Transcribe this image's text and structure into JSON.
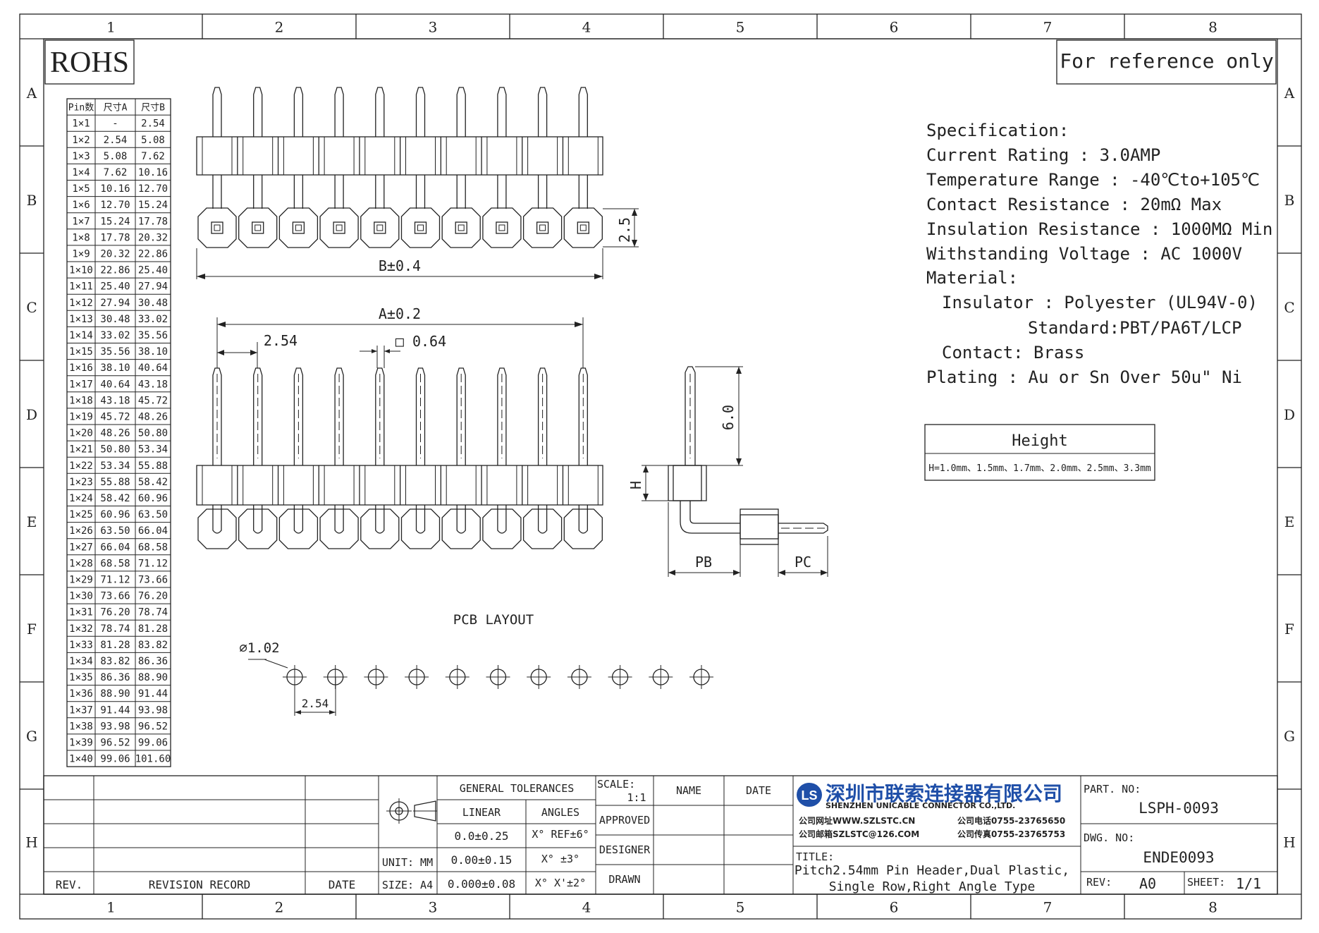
{
  "zone_columns": [
    "1",
    "2",
    "3",
    "4",
    "5",
    "6",
    "7",
    "8"
  ],
  "zone_rows": [
    "A",
    "B",
    "C",
    "D",
    "E",
    "F",
    "G",
    "H"
  ],
  "rohs": "ROHS",
  "reference_note": "For reference only",
  "size_table": {
    "headers": [
      "Pin数",
      "尺寸A",
      "尺寸B"
    ],
    "rows": [
      [
        "1×1",
        "-",
        "2.54"
      ],
      [
        "1×2",
        "2.54",
        "5.08"
      ],
      [
        "1×3",
        "5.08",
        "7.62"
      ],
      [
        "1×4",
        "7.62",
        "10.16"
      ],
      [
        "1×5",
        "10.16",
        "12.70"
      ],
      [
        "1×6",
        "12.70",
        "15.24"
      ],
      [
        "1×7",
        "15.24",
        "17.78"
      ],
      [
        "1×8",
        "17.78",
        "20.32"
      ],
      [
        "1×9",
        "20.32",
        "22.86"
      ],
      [
        "1×10",
        "22.86",
        "25.40"
      ],
      [
        "1×11",
        "25.40",
        "27.94"
      ],
      [
        "1×12",
        "27.94",
        "30.48"
      ],
      [
        "1×13",
        "30.48",
        "33.02"
      ],
      [
        "1×14",
        "33.02",
        "35.56"
      ],
      [
        "1×15",
        "35.56",
        "38.10"
      ],
      [
        "1×16",
        "38.10",
        "40.64"
      ],
      [
        "1×17",
        "40.64",
        "43.18"
      ],
      [
        "1×18",
        "43.18",
        "45.72"
      ],
      [
        "1×19",
        "45.72",
        "48.26"
      ],
      [
        "1×20",
        "48.26",
        "50.80"
      ],
      [
        "1×21",
        "50.80",
        "53.34"
      ],
      [
        "1×22",
        "53.34",
        "55.88"
      ],
      [
        "1×23",
        "55.88",
        "58.42"
      ],
      [
        "1×24",
        "58.42",
        "60.96"
      ],
      [
        "1×25",
        "60.96",
        "63.50"
      ],
      [
        "1×26",
        "63.50",
        "66.04"
      ],
      [
        "1×27",
        "66.04",
        "68.58"
      ],
      [
        "1×28",
        "68.58",
        "71.12"
      ],
      [
        "1×29",
        "71.12",
        "73.66"
      ],
      [
        "1×30",
        "73.66",
        "76.20"
      ],
      [
        "1×31",
        "76.20",
        "78.74"
      ],
      [
        "1×32",
        "78.74",
        "81.28"
      ],
      [
        "1×33",
        "81.28",
        "83.82"
      ],
      [
        "1×34",
        "83.82",
        "86.36"
      ],
      [
        "1×35",
        "86.36",
        "88.90"
      ],
      [
        "1×36",
        "88.90",
        "91.44"
      ],
      [
        "1×37",
        "91.44",
        "93.98"
      ],
      [
        "1×38",
        "93.98",
        "96.52"
      ],
      [
        "1×39",
        "96.52",
        "99.06"
      ],
      [
        "1×40",
        "99.06",
        "101.60"
      ]
    ]
  },
  "dimensions": {
    "b_total": "B±0.4",
    "a_total": "A±0.2",
    "pitch": "2.54",
    "pin_square": "□ 0.64",
    "height_2_5": "2.5",
    "pin_len_6_0": "6.0",
    "h": "H",
    "pb": "PB",
    "pc": "PC",
    "pcb_layout": "PCB LAYOUT",
    "hole_dia": "⌀1.02",
    "pcb_pitch": "2.54"
  },
  "specification": {
    "title": "Specification:",
    "lines": [
      "Current Rating : 3.0AMP",
      "Temperature Range : -40℃to+105℃",
      "Contact Resistance : 20mΩ Max",
      "Insulation Resistance : 1000MΩ Min",
      "Withstanding Voltage : AC 1000V",
      "Material:",
      "Insulator : Polyester (UL94V-0)",
      "Standard:PBT/PA6T/LCP",
      "Contact: Brass",
      "Plating : Au or Sn Over 50u\" Ni"
    ]
  },
  "height_box": {
    "title": "Height",
    "value": "H=1.0mm、1.5mm、1.7mm、2.0mm、2.5mm、3.3mm"
  },
  "title_block": {
    "rev": "REV.",
    "revision_record": "REVISION RECORD",
    "date": "DATE",
    "unit": "UNIT: MM",
    "size": "SIZE: A4",
    "general_tolerances": "GENERAL TOLERANCES",
    "linear": "LINEAR",
    "angles": "ANGLES",
    "tol_linear": [
      "0.0±0.25",
      "0.00±0.15",
      "0.000±0.08"
    ],
    "tol_angles": [
      "X° REF±6°",
      "X° ±3°",
      "X° X'±2°"
    ],
    "scale_label": "SCALE:",
    "scale_value": "1:1",
    "name": "NAME",
    "date2": "DATE",
    "approved": "APPROVED",
    "designer": "DESIGNER",
    "drawn": "DRAWN",
    "company_cn": "深圳市联索连接器有限公司",
    "company_en": "SHENZHEN UNICABLE CONNECTOR CO.,LTD.",
    "company_web": "公司网址WWW.SZLSTC.CN",
    "company_mail": "公司邮箱SZLSTC@126.COM",
    "company_tel": "公司电话0755-23765650",
    "company_fax": "公司传真0755-23765753",
    "logo_text": "LS",
    "title_label": "TITLE:",
    "title_line1": "Pitch2.54mm Pin Header,Dual Plastic,",
    "title_line2": "Single Row,Right Angle Type",
    "part_no_label": "PART. NO:",
    "part_no": "LSPH-0093",
    "dwg_no_label": "DWG. NO:",
    "dwg_no": "ENDE0093",
    "rev_label": "REV:",
    "rev_value": "A0",
    "sheet_label": "SHEET:",
    "sheet_value": "1/1"
  },
  "colors": {
    "logo": "#1f4fa8",
    "line": "#222222"
  }
}
